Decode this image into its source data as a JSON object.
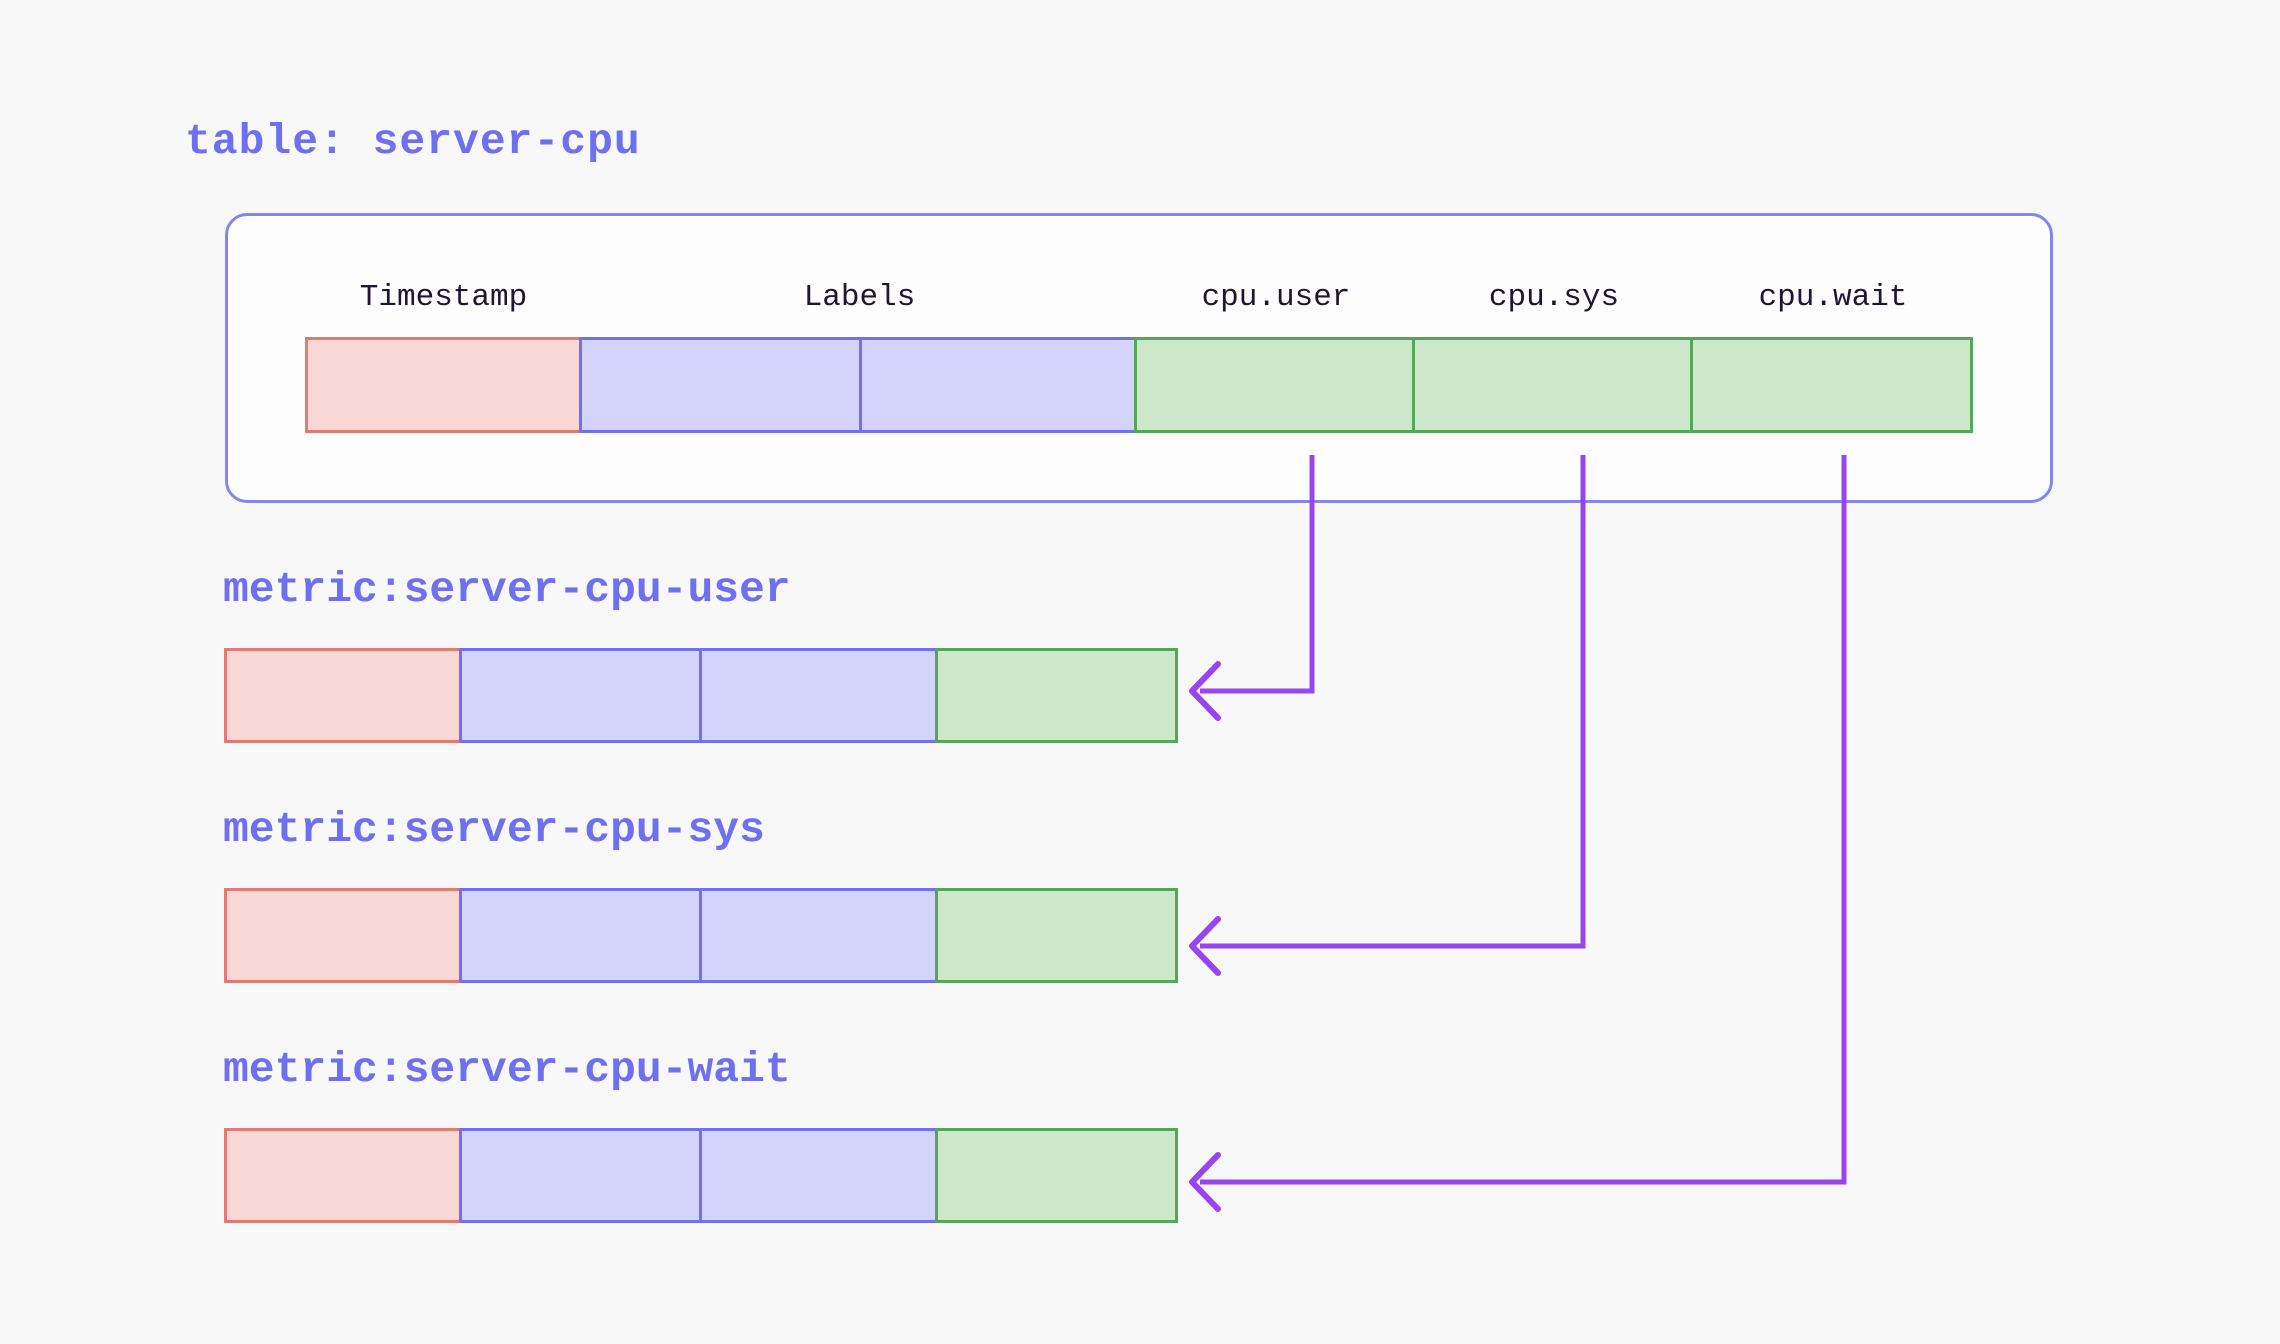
{
  "diagram": {
    "title": "table: server-cpu",
    "table": {
      "columns": [
        {
          "label": "Timestamp",
          "role": "timestamp"
        },
        {
          "label": "Labels",
          "role": "labels",
          "cell_span": 2
        },
        {
          "label": "cpu.user",
          "role": "field"
        },
        {
          "label": "cpu.sys",
          "role": "field"
        },
        {
          "label": "cpu.wait",
          "role": "field"
        }
      ],
      "row_cells": [
        "timestamp",
        "label",
        "label",
        "field",
        "field",
        "field"
      ]
    },
    "metrics": [
      {
        "label": "metric:server-cpu-user",
        "source_column": "cpu.user",
        "row_cells": [
          "timestamp",
          "label",
          "label",
          "field"
        ]
      },
      {
        "label": "metric:server-cpu-sys",
        "source_column": "cpu.sys",
        "row_cells": [
          "timestamp",
          "label",
          "label",
          "field"
        ]
      },
      {
        "label": "metric:server-cpu-wait",
        "source_column": "cpu.wait",
        "row_cells": [
          "timestamp",
          "label",
          "label",
          "field"
        ]
      }
    ],
    "colors": {
      "background": "#f8f8f8",
      "panel_fill": "#fdfdfe",
      "panel_border": "#8486f0",
      "timestamp_cell_fill": "#f8d7d4",
      "timestamp_cell_border": "#e07b74",
      "labels_cell_fill": "#d3d3fb",
      "labels_cell_border": "#6f71f0",
      "field_cell_fill": "#cde7cb",
      "field_cell_border": "#55a659",
      "heading_text": "#6e70f0",
      "column_header_text": "#201634",
      "arrow": "#9845ee"
    }
  }
}
